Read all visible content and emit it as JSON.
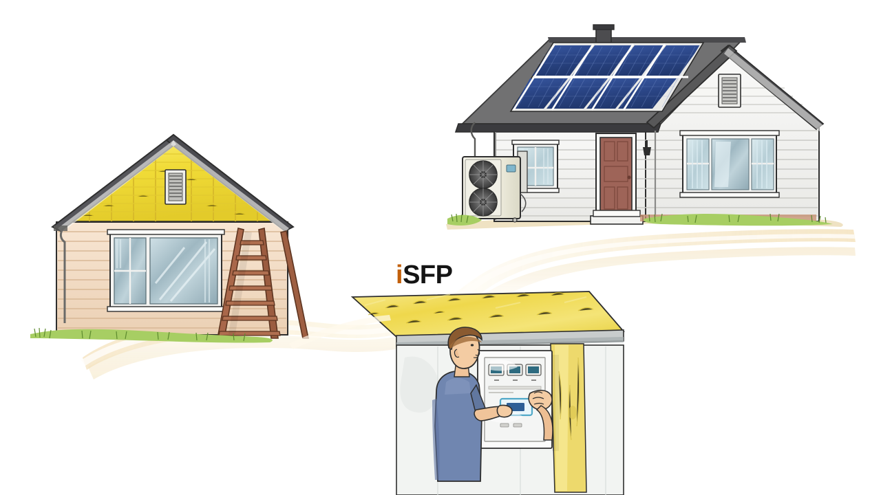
{
  "scene": {
    "title": "iSFP",
    "background_color": "#ffffff",
    "description": "Individueller Sanierungsfahrplan illustration: three building scenes linked by a cream ribbon"
  },
  "logo": {
    "prefix": "i",
    "suffix": "SFP",
    "prefix_color": "#C2600B",
    "suffix_color": "#141414"
  },
  "ribbon": {
    "name": "connecting-ribbon",
    "fill_color": "#F7E7C6",
    "highlight_color": "#FFFDF6"
  },
  "palette": {
    "white_siding": "#F2F2F0",
    "beige_siding": "#F3DCC6",
    "insulation_yellow": "#F2DE3A",
    "roof_gray": "#5A5A5C",
    "roof_dark": "#3D3D40",
    "solar_blue": "#2E4A8F",
    "solar_blue_dark": "#223A74",
    "door_brown": "#9E6458",
    "grass_green": "#9BC858",
    "ground_tan": "#E8D5A8",
    "shirt_blue": "#7086B0",
    "skin": "#F0C49A",
    "hair_brown": "#8A5A30",
    "ladder_wood": "#9A5B43",
    "glass_blue": "#B9CED6",
    "outline": "#2A2A2A"
  },
  "houses": {
    "before": {
      "name": "house-before-renovation",
      "label": "Unrenovated house with exposed insulation and ladder",
      "siding_color": "#F3DCC6",
      "gable_insulation_color": "#F2DE3A",
      "roof_color": "#55555A",
      "features": [
        "gable-vent",
        "picture-window",
        "wooden-ladder",
        "lap-siding",
        "downspout",
        "grass-base"
      ]
    },
    "after": {
      "name": "house-after-renovation",
      "label": "Renovated house with solar panels and heat pump",
      "siding_color": "#F2F2F0",
      "roof_color": "#5A5A5C",
      "door_color": "#9E6458",
      "features": [
        "solar-panel-array",
        "heat-pump",
        "chimney",
        "gable-vent",
        "front-door",
        "porch-step",
        "tripartite-window",
        "double-hung-window",
        "wall-lamp",
        "grass-base"
      ],
      "solar_array": {
        "columns": 4,
        "rows": 2,
        "panel_color": "#2E4A8F"
      }
    },
    "workshop": {
      "name": "technician-scene",
      "label": "Technician adjusting control panel with wall and roof insulation",
      "roof_insulation_color": "#EFD34A",
      "wall_insulation_color": "#EBD96A",
      "wall_color": "#F4F5F3",
      "panel_color": "#FAFAFA",
      "features": [
        "control-panel",
        "three-meters",
        "display-screen",
        "technician",
        "flat-roof",
        "insulation-batt"
      ]
    }
  },
  "technician": {
    "name": "technician-figure",
    "shirt_color": "#7086B0",
    "skin_color": "#F0C49A",
    "hair_color": "#8A5A30"
  },
  "control_panel": {
    "name": "control-panel",
    "meter_count": 3,
    "meter_color": "#2B6B82",
    "display_color": "#2E5F96"
  }
}
